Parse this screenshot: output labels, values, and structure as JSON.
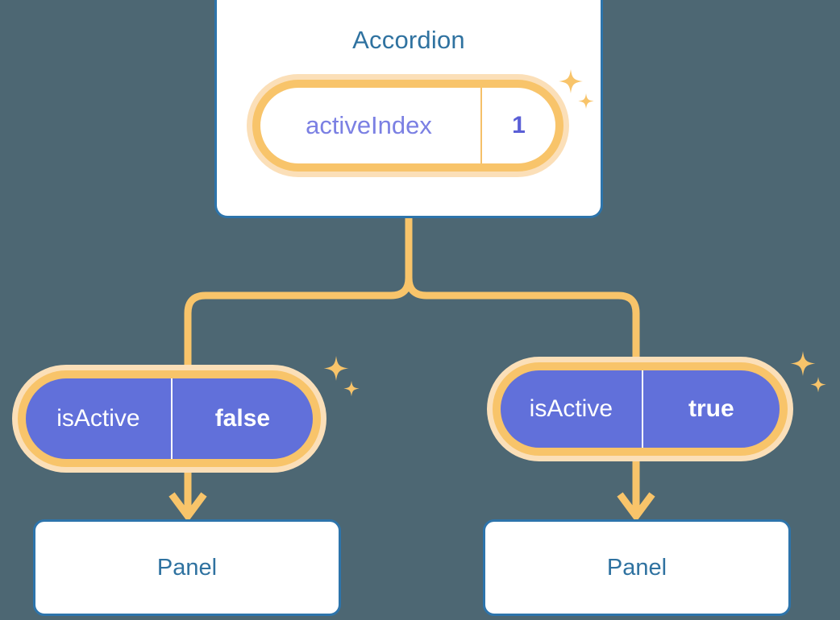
{
  "theme": {
    "background": "#4d6773",
    "card_border": "#2d74ab",
    "card_fill": "#ffffff",
    "title_text": "#2f72a0",
    "accent_orange": "#f8c46a",
    "accent_orange_halo": "#fbdfb8",
    "purple_fill": "#6170da",
    "purple_key_text": "#7b80e3",
    "purple_value_text": "#5a5fd6",
    "pill_text_on_purple": "#ffffff"
  },
  "diagram": {
    "type": "component-state-tree",
    "root": {
      "name": "accordion-card",
      "title": "Accordion",
      "state": {
        "key": "activeIndex",
        "value": "1"
      }
    },
    "branches": [
      {
        "name": "branch-left",
        "state": {
          "key": "isActive",
          "value": "false"
        },
        "child": {
          "title": "Panel"
        }
      },
      {
        "name": "branch-right",
        "state": {
          "key": "isActive",
          "value": "true"
        },
        "child": {
          "title": "Panel"
        }
      }
    ]
  },
  "icons": {
    "sparkle": "sparkle-icon"
  }
}
